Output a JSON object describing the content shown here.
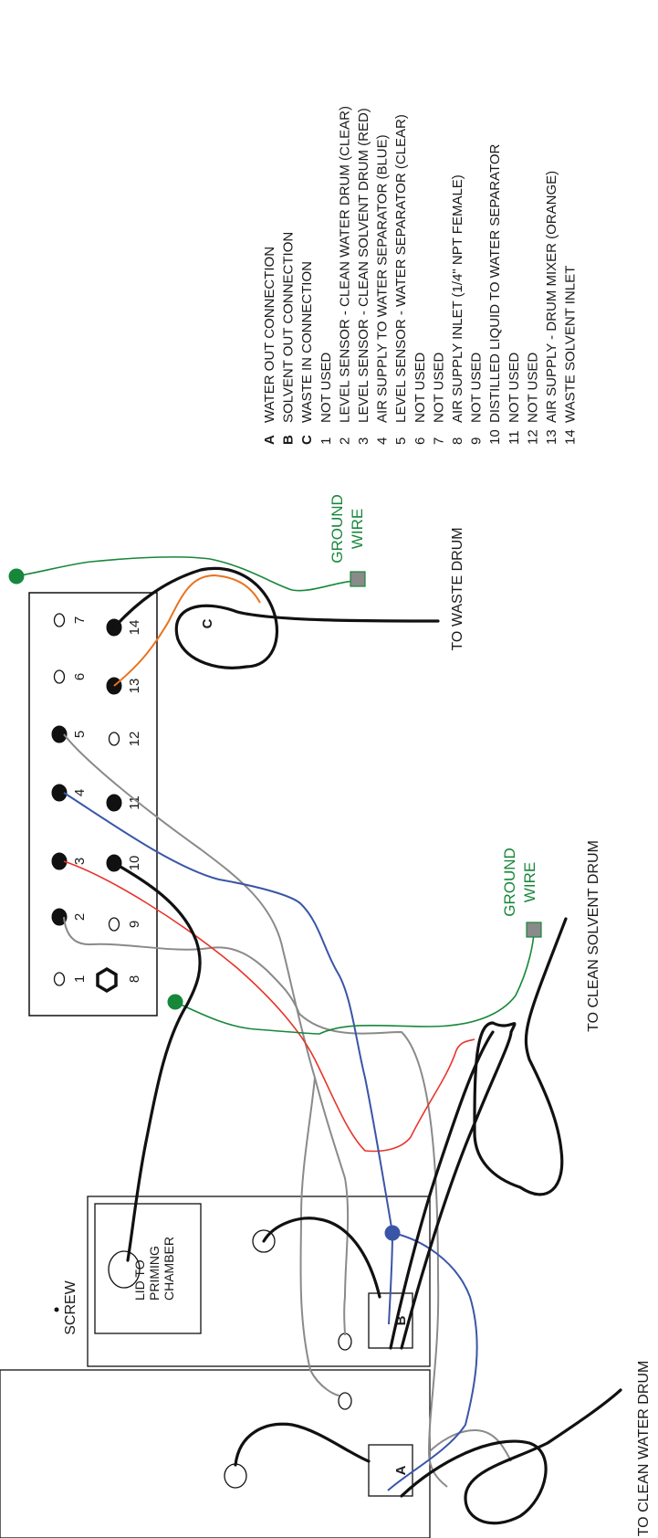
{
  "legend": [
    {
      "code": "A",
      "bold": true,
      "text": "WATER OUT CONNECTION"
    },
    {
      "code": "B",
      "bold": true,
      "text": "SOLVENT OUT CONNECTION"
    },
    {
      "code": "C",
      "bold": true,
      "text": "WASTE IN CONNECTION"
    },
    {
      "code": "1",
      "bold": false,
      "text": "NOT USED"
    },
    {
      "code": "2",
      "bold": false,
      "text": "LEVEL SENSOR - CLEAN WATER DRUM (CLEAR)"
    },
    {
      "code": "3",
      "bold": false,
      "text": "LEVEL SENSOR - CLEAN SOLVENT DRUM (RED)"
    },
    {
      "code": "4",
      "bold": false,
      "text": "AIR SUPPLY TO WATER SEPARATOR (BLUE)"
    },
    {
      "code": "5",
      "bold": false,
      "text": "LEVEL SENSOR - WATER SEPARATOR (CLEAR)"
    },
    {
      "code": "6",
      "bold": false,
      "text": "NOT USED"
    },
    {
      "code": "7",
      "bold": false,
      "text": "NOT USED"
    },
    {
      "code": "8",
      "bold": false,
      "text": "AIR SUPPLY INLET (1/4\" NPT FEMALE)"
    },
    {
      "code": "9",
      "bold": false,
      "text": "NOT USED"
    },
    {
      "code": "10",
      "bold": false,
      "text": "DISTILLED LIQUID TO WATER SEPARATOR"
    },
    {
      "code": "11",
      "bold": false,
      "text": "NOT USED"
    },
    {
      "code": "12",
      "bold": false,
      "text": "NOT USED"
    },
    {
      "code": "13",
      "bold": false,
      "text": "AIR SUPPLY - DRUM MIXER (ORANGE)"
    },
    {
      "code": "14",
      "bold": false,
      "text": "WASTE SOLVENT INLET"
    }
  ],
  "labels": {
    "to_waste_drum": "TO WASTE DRUM",
    "to_clean_solvent_drum": "TO CLEAN SOLVENT DRUM",
    "to_clean_water_drum": "TO CLEAN WATER DRUM",
    "ground_wire_line1": "GROUND",
    "ground_wire_line2": "WIRE",
    "screw": "SCREW",
    "lid_line1": "LID TO",
    "lid_line2": "PRIMING",
    "lid_line3": "CHAMBER",
    "box_a": "A",
    "box_b": "B",
    "box_c": "C"
  },
  "ports": {
    "top_row": [
      "1",
      "2",
      "3",
      "4",
      "5",
      "6",
      "7"
    ],
    "bottom_row": [
      "8",
      "9",
      "10",
      "11",
      "12",
      "13",
      "14"
    ]
  },
  "colors": {
    "black_tube": "#111111",
    "red_wire": "#e8332a",
    "blue_wire": "#3a55a8",
    "gray_wire": "#8a8a8a",
    "orange_wire": "#e8731e",
    "ground_green": "#17873a"
  }
}
